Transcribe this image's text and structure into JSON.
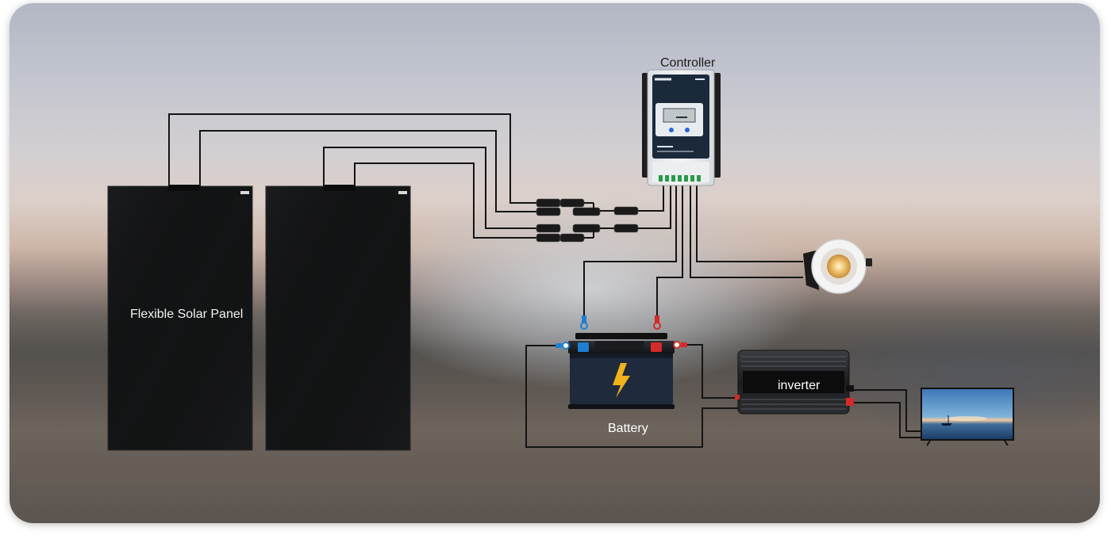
{
  "labels": {
    "solar_panel": "Flexible Solar Panel",
    "controller": "Controller",
    "battery": "Battery",
    "inverter": "inverter"
  },
  "colors": {
    "wire": "#141414",
    "positive": "#d42a2a",
    "negative": "#1e7fd1",
    "panel": "#121314",
    "battery_body": "#1f2b3c",
    "lightning": "#f2b21b",
    "controller_face": "#1b2a3b"
  },
  "icons": {
    "panels": "solar-panel-icon",
    "controller": "mppt-controller-icon",
    "battery": "car-battery-icon",
    "inverter": "power-inverter-icon",
    "lamp": "downlight-lamp-icon",
    "tv": "television-icon"
  }
}
